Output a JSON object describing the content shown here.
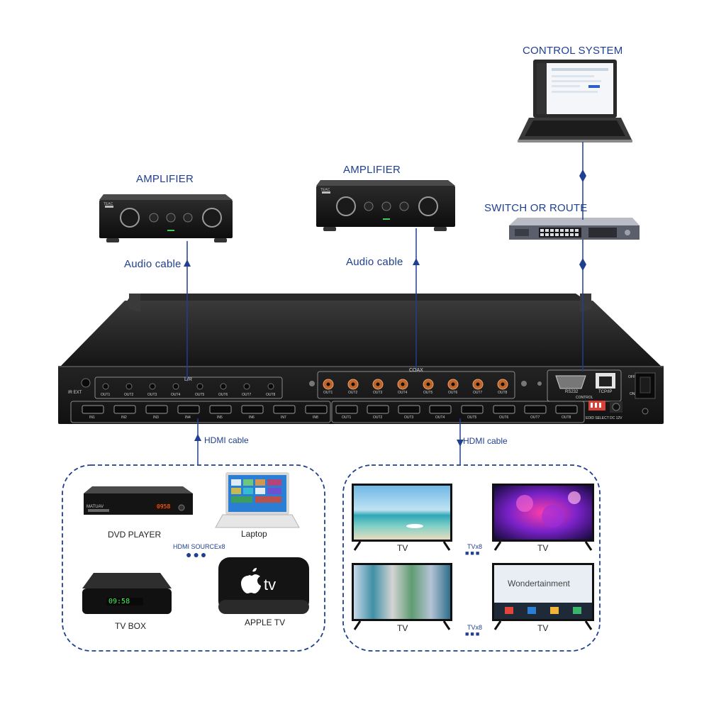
{
  "labels": {
    "control_system": "CONTROL SYSTEM",
    "amplifier_left": "AMPLIFIER",
    "amplifier_right": "AMPLIFIER",
    "switch_or_route": "SWITCH OR ROUTE",
    "audio_cable_left": "Audio cable",
    "audio_cable_right": "Audio cable",
    "hdmi_cable_in": "HDMI cable",
    "hdmi_cable_out": "HDMI cable",
    "dvd_player": "DVD PLAYER",
    "laptop": "Laptop",
    "hdmi_source": "HDMI SOURCEx8",
    "tv_box": "TV BOX",
    "apple_tv": "APPLE TV",
    "tv_1": "TV",
    "tv_2": "TV",
    "tv_3": "TV",
    "tv_4": "TV",
    "tvx8_top": "TVx8",
    "tvx8_bottom": "TVx8"
  },
  "panel": {
    "ir_ext": "IR EXT",
    "lr": "L/R",
    "coax": "COAX",
    "rs232": "RS232",
    "tcpip": "TCP/IP",
    "control": "CONTROL",
    "edid": "EDID SELECT",
    "dc": "DC 12V",
    "off": "OFF",
    "on": "ON",
    "audio_outs": [
      "OUT1",
      "OUT2",
      "OUT3",
      "OUT4",
      "OUT5",
      "OUT6",
      "OUT7",
      "OUT8"
    ],
    "coax_outs": [
      "OUT1",
      "OUT2",
      "OUT3",
      "OUT4",
      "OUT5",
      "OUT6",
      "OUT7",
      "OUT8"
    ],
    "hdmi_ins": [
      "IN1",
      "IN2",
      "IN3",
      "IN4",
      "IN5",
      "IN6",
      "IN7",
      "IN8"
    ],
    "hdmi_outs": [
      "OUT1",
      "OUT2",
      "OUT3",
      "OUT4",
      "OUT5",
      "OUT6",
      "OUT7",
      "OUT8"
    ]
  },
  "devices": {
    "dvd_brand": "MATUAV",
    "dvd_display": "0958",
    "tvbox_display": "09:58",
    "apple_tv_text": "tv",
    "tv_banner": "Wondertainment",
    "amp_brand": "TEAC"
  },
  "colors": {
    "accent": "#1f3f8f",
    "connector_coax": "#c0652a",
    "chassis": "#1e1e1e"
  }
}
